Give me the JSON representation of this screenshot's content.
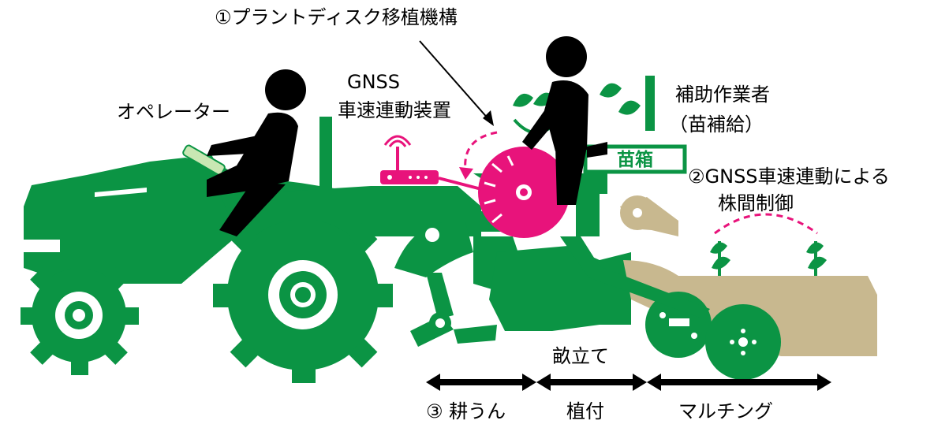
{
  "colors": {
    "machine_green": "#0b9444",
    "plant_disc_magenta": "#e8137b",
    "soil_tan": "#c8b88f",
    "text": "#000000",
    "white": "#ffffff"
  },
  "labels": {
    "plant_disc_mechanism": "①プラントディスク移植機構",
    "operator": "オペレーター",
    "gnss_line1": "GNSS",
    "gnss_line2": "車速連動装置",
    "helper_line1": "補助作業者",
    "helper_line2": "（苗補給）",
    "seedling_box": "苗箱",
    "spacing_line1": "②GNSS車速連動による",
    "spacing_line2": "株間制御",
    "ridging": "畝立て",
    "tillage": "③ 耕うん",
    "planting": "植付",
    "mulching": "マルチング"
  },
  "icons": {
    "operator_figure": "person-seated-icon",
    "helper_figure": "person-seated-icon",
    "gnss_device": "wifi-router-icon",
    "seedling": "seedling-icon"
  }
}
